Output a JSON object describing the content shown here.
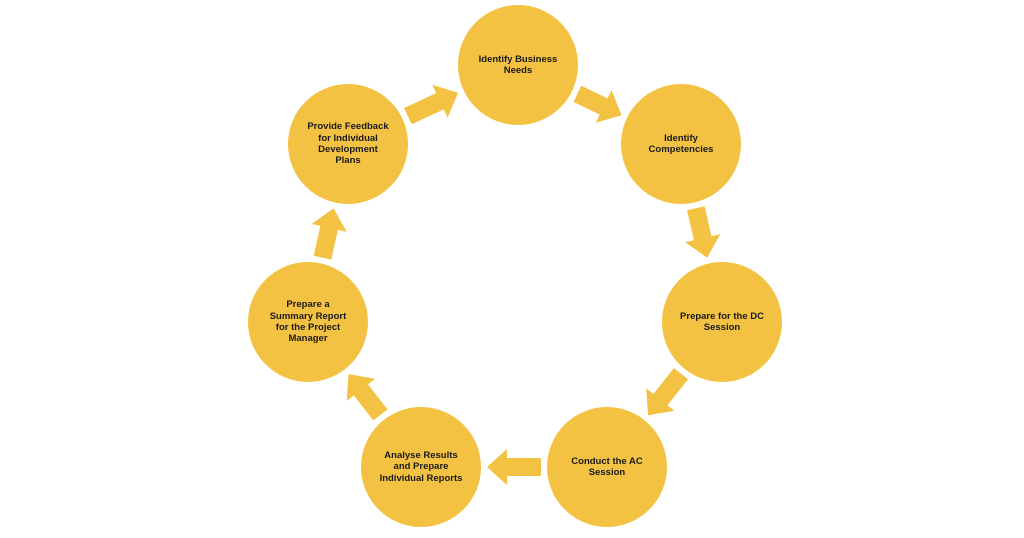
{
  "diagram": {
    "style": {
      "node_color": "#F4C242",
      "arrow_color": "#F4C242",
      "text_color": "#1a1a1a"
    },
    "steps": [
      {
        "label": "Identify Business\nNeeds"
      },
      {
        "label": "Identify\nCompetencies"
      },
      {
        "label": "Prepare for the DC\nSession"
      },
      {
        "label": "Conduct the AC\nSession"
      },
      {
        "label": "Analyse Results\nand Prepare\nIndividual Reports"
      },
      {
        "label": "Prepare a\nSummary Report\nfor the Project\nManager"
      },
      {
        "label": "Provide Feedback\nfor Individual\nDevelopment\nPlans"
      }
    ]
  }
}
